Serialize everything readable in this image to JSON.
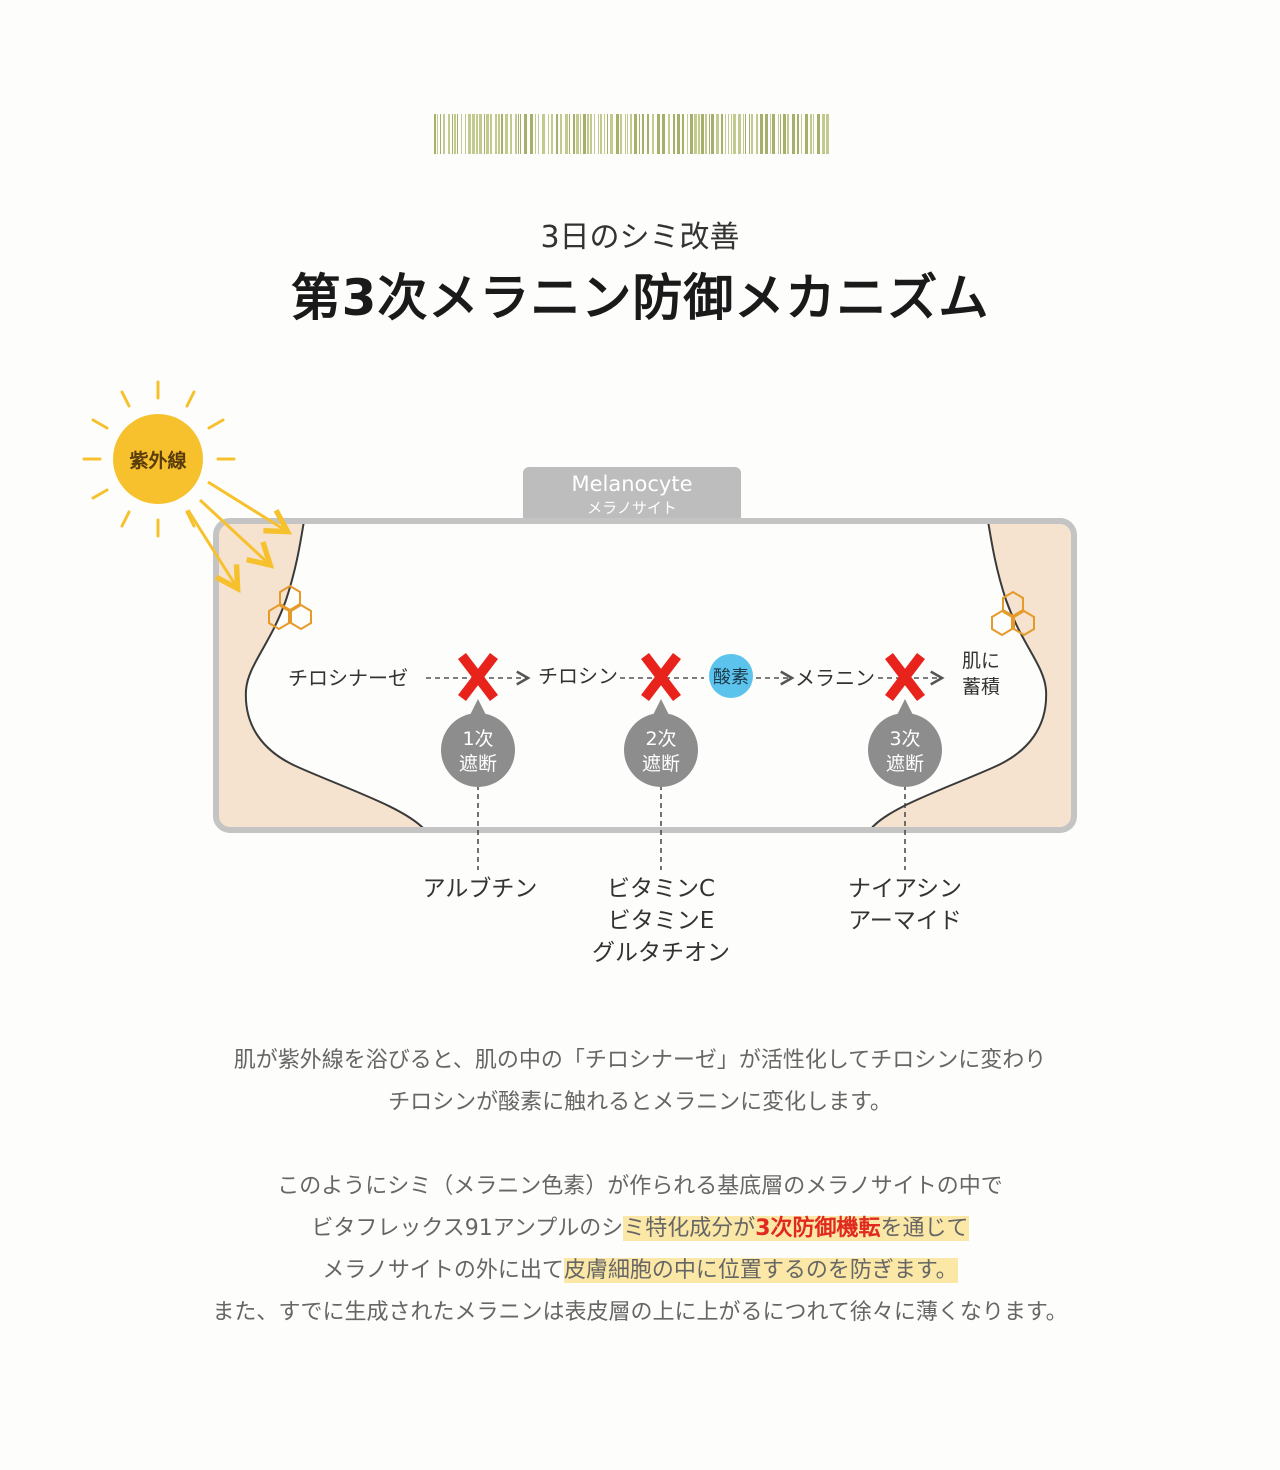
{
  "header": {
    "subtitle": "3日のシミ改善",
    "title": "第3次メラニン防御メカニズム"
  },
  "diagram": {
    "sun_label": "紫外線",
    "cell_tab_title": "Melanocyte",
    "cell_tab_subtitle": "メラノサイト",
    "steps": {
      "tyrosinase": "チロシナーゼ",
      "tyrosine": "チロシン",
      "oxygen": "酸素",
      "melanin": "メラニン",
      "skin_accum_line1": "肌に",
      "skin_accum_line2": "蓄積"
    },
    "blocks": [
      {
        "line1": "1次",
        "line2": "遮断",
        "ingredients": [
          "アルブチン"
        ]
      },
      {
        "line1": "2次",
        "line2": "遮断",
        "ingredients": [
          "ビタミンC",
          "ビタミンE",
          "グルタチオン"
        ]
      },
      {
        "line1": "3次",
        "line2": "遮断",
        "ingredients": [
          "ナイアシン",
          "アーマイド"
        ]
      }
    ],
    "colors": {
      "sun": "#f7c12e",
      "block_x": "#e8231c",
      "block_circle": "#8d8d8d",
      "oxygen": "#5bc3ec",
      "skin": "#f5e3cf",
      "frame": "#c4c4c4"
    }
  },
  "description": {
    "para1_line1": "肌が紫外線を浴びると、肌の中の「チロシナーゼ」が活性化してチロシンに変わり",
    "para1_line2": "チロシンが酸素に触れるとメラニンに変化します。",
    "para2_line1": "このようにシミ（メラニン色素）が作られる基底層のメラノサイトの中で",
    "para2_line2_a": "ビタフレックス91アンプルのシ",
    "para2_line2_b": "ミ特化成分が",
    "para2_line2_c": "3次防御機転",
    "para2_line2_d": "を通じて",
    "para2_line3_a": "メラノサイトの外に出て",
    "para2_line3_b": "皮膚細胞の中に位置するのを防ぎます。",
    "para2_line4": "また、すでに生成されたメラニンは表皮層の上に上がるにつれて徐々に薄くなります。"
  }
}
